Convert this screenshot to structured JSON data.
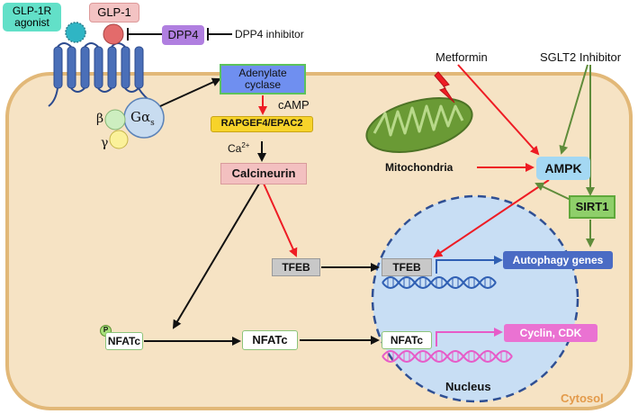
{
  "receptor": {
    "agonist_label": "GLP-1R agonist",
    "glp1_label": "GLP-1",
    "dpp4_label": "DPP4",
    "dpp4_inhibitor_label": "DPP4 inhibitor",
    "g_alpha_label": "Gα",
    "g_alpha_sub": "s",
    "g_beta_label": "β",
    "g_gamma_label": "γ"
  },
  "camp_path": {
    "adenylate_cyclase_label": "Adenylate cyclase",
    "camp_label": "cAMP",
    "rapgef_label": "RAPGEF4/EPAC2",
    "calcium_label": "Ca",
    "calcium_sup": "2+",
    "calcineurin_label": "Calcineurin"
  },
  "metabolic": {
    "metformin_label": "Metformin",
    "sglt2_label": "SGLT2 Inhibitor",
    "mitochondria_label": "Mitochondria",
    "ampk_label": "AMPK",
    "sirt1_label": "SIRT1"
  },
  "transcription": {
    "tfeb_cyto_label": "TFEB",
    "tfeb_nuc_label": "TFEB",
    "autophagy_label": "Autophagy genes",
    "phospho_label": "P",
    "nfatc_p_label": "NFATc",
    "nfatc_mid_label": "NFATc",
    "nfatc_nuc_label": "NFATc",
    "cyclin_label": "Cyclin, CDK"
  },
  "compartments": {
    "nucleus_label": "Nucleus",
    "cytosol_label": "Cytosol"
  },
  "colors": {
    "cell_fill": "#f6e3c4",
    "cell_border": "#e2b878",
    "nucleus_fill": "#c8def4",
    "nucleus_border": "#2f4f93",
    "red_arrow": "#ee1c24",
    "green_arrow": "#5f8c3a",
    "black_arrow": "#111111"
  }
}
